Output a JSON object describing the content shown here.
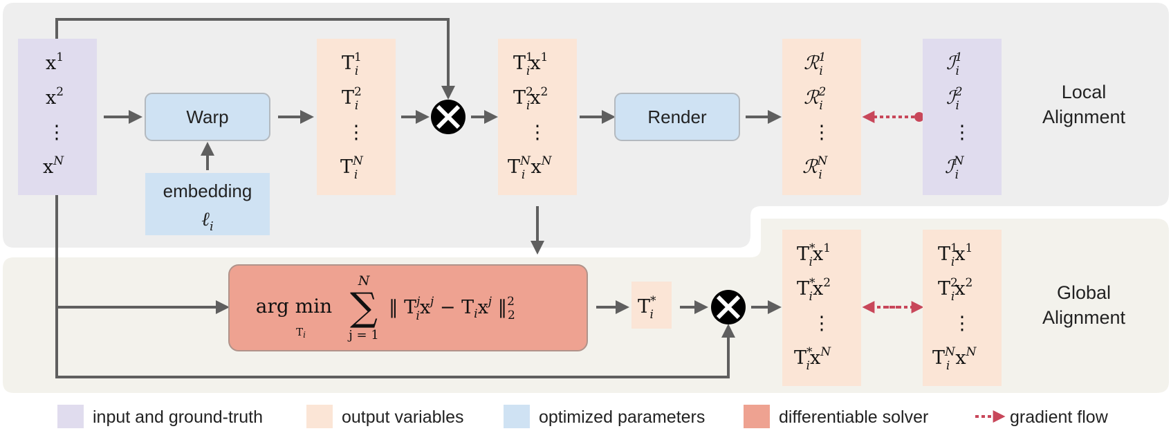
{
  "panels": {
    "local_label_line1": "Local",
    "local_label_line2": "Alignment",
    "global_label_line1": "Global",
    "global_label_line2": "Alignment"
  },
  "modules": {
    "warp": "Warp",
    "render": "Render",
    "embedding_line1": "embedding",
    "embedding_symbol": "ℓ",
    "embedding_sub": "i"
  },
  "solver": {
    "op1": "arg min",
    "op1_sub_letter": "T",
    "op1_sub_index": "i",
    "sum_top": "N",
    "sum_bottom": "j = 1",
    "sum_symbol": "∑"
  },
  "columns": {
    "vdots": "⋮"
  },
  "legend": {
    "items": [
      {
        "label": "input and ground-truth",
        "color": "#e0dcec"
      },
      {
        "label": "output variables",
        "color": "#fbe5d6"
      },
      {
        "label": "optimized parameters",
        "color": "#cfe2f3"
      },
      {
        "label": "differentiable solver",
        "color": "#ee a291"
      }
    ],
    "gradient_label": "gradient flow"
  },
  "colors": {
    "input": "#e0dcee",
    "output": "#fbe5d6",
    "param": "#cfe2f3",
    "solver": "#eea291",
    "gradient": "#c8475a",
    "arrow": "#606060",
    "local_bg": "#eeeeee",
    "global_bg": "#f3f2ec"
  }
}
